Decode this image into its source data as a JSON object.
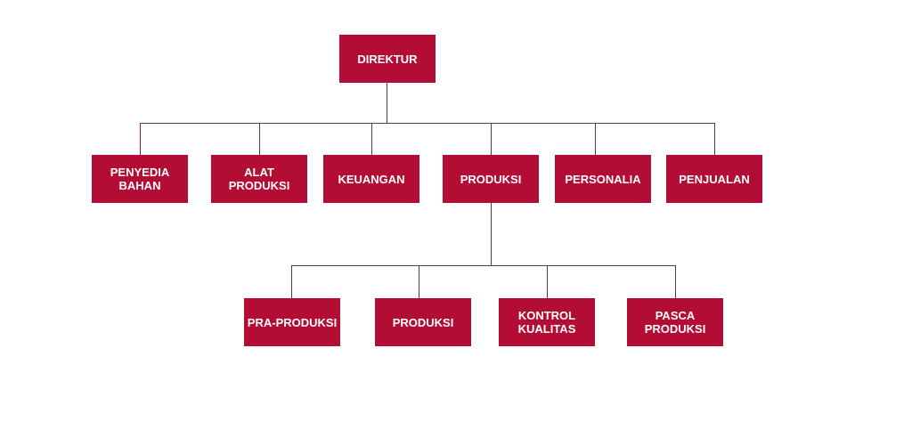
{
  "colors": {
    "box_fill": "#b30d35",
    "box_text": "#ffffff",
    "connector": "#444444"
  },
  "nodes": {
    "direktur": "DIREKTUR",
    "penyedia_bahan": "PENYEDIA\nBAHAN",
    "alat_produksi": "ALAT\nPRODUKSI",
    "keuangan": "KEUANGAN",
    "produksi": "PRODUKSI",
    "personalia": "PERSONALIA",
    "penjualan": "PENJUALAN",
    "pra_produksi": "PRA-PRODUKSI",
    "produksi_sub": "PRODUKSI",
    "kontrol_kualitas": "KONTROL\nKUALITAS",
    "pasca_produksi": "PASCA\nPRODUKSI"
  }
}
